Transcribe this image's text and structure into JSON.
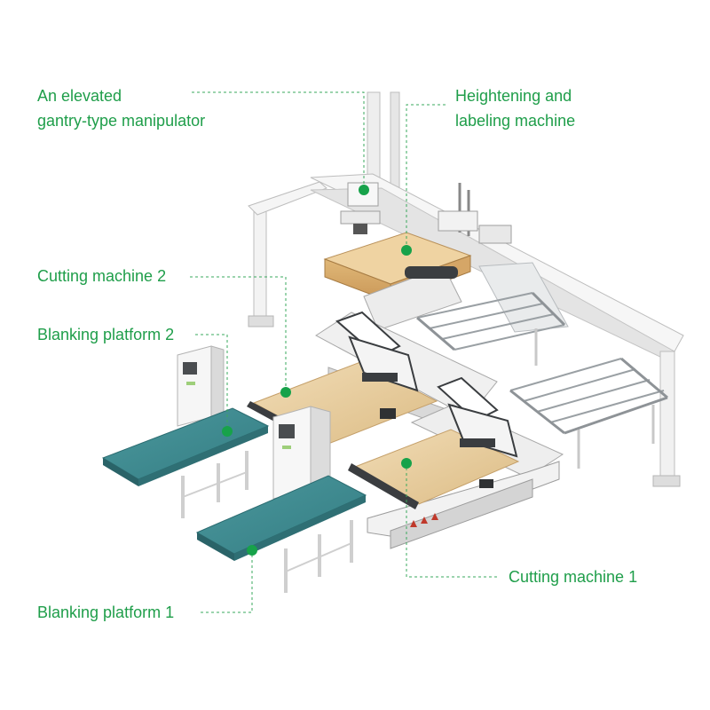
{
  "labels": {
    "gantry": {
      "line1": "An elevated",
      "line2": "gantry-type manipulator"
    },
    "heightening": {
      "line1": "Heightening and",
      "line2": "labeling machine"
    },
    "cutting_machine_2": "Cutting machine 2",
    "blanking_platform_2": "Blanking platform 2",
    "cutting_machine_1": "Cutting machine 1",
    "blanking_platform_1": "Blanking platform 1"
  },
  "colors": {
    "label_text": "#1f9e4a",
    "marker_dot": "#17a24a",
    "leader_line": "#3aa85c",
    "platform_teal": "#3f8c91",
    "wood": "#e9cfa3",
    "frame_white": "#f4f4f4",
    "machine_dark": "#3a3d40"
  }
}
